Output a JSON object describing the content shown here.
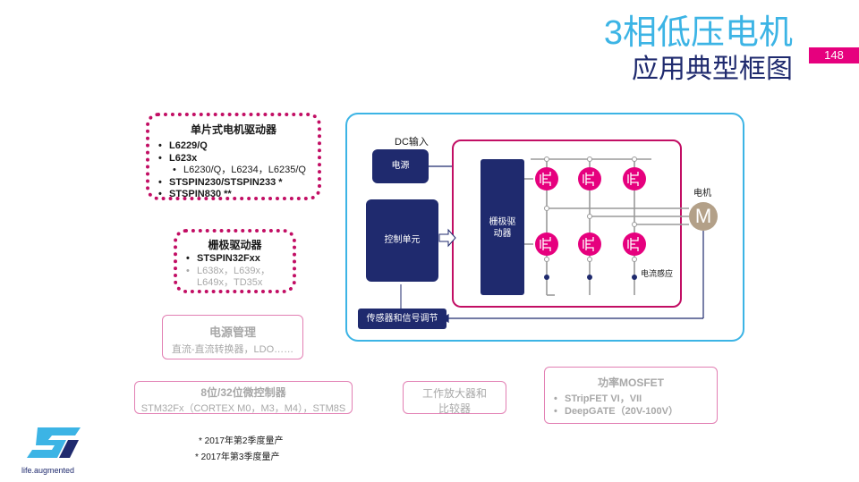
{
  "title": {
    "line1": "3相低压电机",
    "line2": "应用典型框图"
  },
  "page_number": "148",
  "single_chip_driver": {
    "heading": "单片式电机驱动器",
    "items": [
      "L6229/Q",
      "L623x"
    ],
    "sub_items": [
      "L6230/Q，L6234，L6235/Q"
    ],
    "items2": [
      "STSPIN230/STSPIN233 *",
      "STSPIN830  **"
    ]
  },
  "gate_driver": {
    "heading": "栅极驱动器",
    "item": "STSPIN32Fxx",
    "grey_item_line1": "L638x，L639x，",
    "grey_item_line2": "L649x，TD35x"
  },
  "power_mgmt": {
    "heading": "电源管理",
    "sub": "直流-直流转换器，LDO……"
  },
  "mcu": {
    "heading": "8位/32位微控制器",
    "sub": "STM32Fx（CORTEX M0，M3，M4），STM8S"
  },
  "opamp": {
    "line1": "工作放大器和",
    "line2": "比较器"
  },
  "mosfet": {
    "heading": "功率MOSFET",
    "items": [
      "STripFET VI，VII",
      "DeepGATE（20V-100V）"
    ]
  },
  "diagram": {
    "dc_input": "DC输入",
    "power_supply": "电源",
    "control_unit": "控制单元",
    "gate_drive_line1": "栅极驱",
    "gate_drive_line2": "动器",
    "motor_label": "电机",
    "motor_symbol": "M",
    "current_sense": "电流感应",
    "sensor": "传感器和信号调节"
  },
  "notes": [
    "* 2017年第2季度量产",
    "* 2017年第3季度量产"
  ],
  "logo": {
    "text": "life.augmented"
  },
  "colors": {
    "accent_pink": "#e6007e",
    "navy": "#1f2a6e",
    "sky": "#3cb4e5",
    "magenta_border": "#c20e64"
  }
}
